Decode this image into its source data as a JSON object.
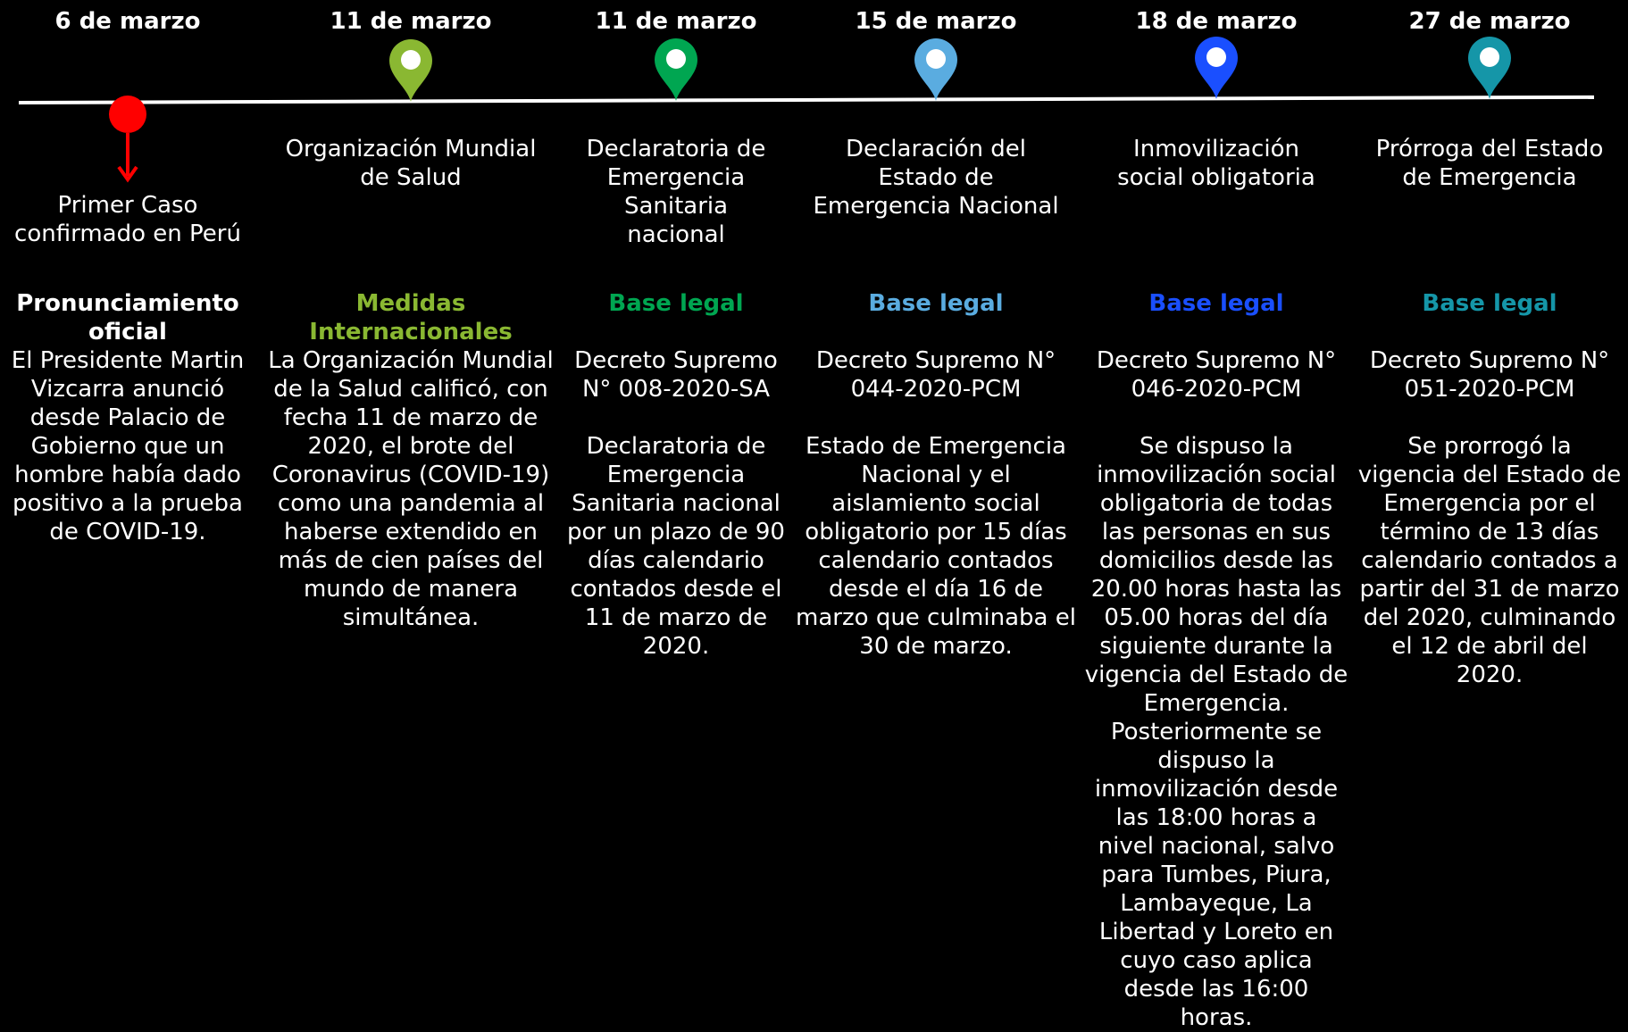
{
  "timeline": [
    {
      "date": "6 de marzo",
      "event": "Primer Caso\nconfirmado en Perú",
      "heading": "Pronunciamiento\noficial",
      "body": "El Presidente Martin\nVizcarra anunció\ndesde Palacio de\nGobierno que un\nhombre había dado\npositivo a la prueba\nde COVID-19.",
      "marker": "dot-arrow-icon",
      "color": "#ff0000",
      "heading_color": "#ffffff"
    },
    {
      "date": "11 de marzo",
      "event": "Organización Mundial\nde Salud",
      "heading": "Medidas\nInternacionales",
      "body": "La Organización Mundial\nde la Salud calificó, con\nfecha 11 de marzo de\n2020, el brote del\nCoronavirus (COVID-19)\ncomo una pandemia al\nhaberse extendido en\nmás de cien países del\nmundo de manera\nsimultánea.",
      "marker": "map-pin-icon",
      "color": "#8ab832",
      "heading_color": "#8ab832"
    },
    {
      "date": "11 de marzo",
      "event": "Declaratoria de\nEmergencia\nSanitaria\nnacional",
      "heading": "Base legal",
      "body": "Decreto Supremo\nN° 008-2020-SA\n\nDeclaratoria de\nEmergencia\nSanitaria nacional\npor un plazo de 90\ndías calendario\ncontados desde el\n11 de marzo de\n2020.",
      "marker": "map-pin-icon",
      "color": "#00a651",
      "heading_color": "#00a651"
    },
    {
      "date": "15 de marzo",
      "event": "Declaración del\nEstado de\nEmergencia Nacional",
      "heading": "Base legal",
      "body": "Decreto Supremo N°\n044-2020-PCM\n\nEstado de Emergencia\nNacional y el\naislamiento social\nobligatorio por 15 días\ncalendario contados\ndesde el día 16 de\nmarzo que culminaba el\n30 de marzo.",
      "marker": "map-pin-icon",
      "color": "#5aace0",
      "heading_color": "#5aace0"
    },
    {
      "date": "18 de marzo",
      "event": "Inmovilización\nsocial obligatoria",
      "heading": "Base legal",
      "body": "Decreto Supremo N°\n046-2020-PCM\n\nSe dispuso la\ninmovilización social\nobligatoria de todas\nlas personas en sus\ndomicilios desde las\n20.00 horas hasta las\n05.00 horas del día\nsiguiente durante la\nvigencia del Estado de\nEmergencia.\nPosteriormente se\ndispuso la\ninmovilización desde\nlas 18:00 horas a\nnivel nacional, salvo\npara Tumbes, Piura,\nLambayeque, La\nLibertad y Loreto en\ncuyo caso aplica\ndesde las 16:00\nhoras.",
      "marker": "map-pin-icon",
      "color": "#1a4fff",
      "heading_color": "#1a4fff"
    },
    {
      "date": "27 de marzo",
      "event": "Prórroga del Estado\nde Emergencia",
      "heading": "Base legal",
      "body": "Decreto Supremo N°\n051-2020-PCM\n\nSe prorrogó la\nvigencia del Estado de\nEmergencia por el\ntérmino de 13 días\ncalendario contados a\npartir del 31 de marzo\ndel 2020, culminando\nel 12 de abril del\n2020.",
      "marker": "map-pin-icon",
      "color": "#1596a8",
      "heading_color": "#1596a8"
    }
  ]
}
